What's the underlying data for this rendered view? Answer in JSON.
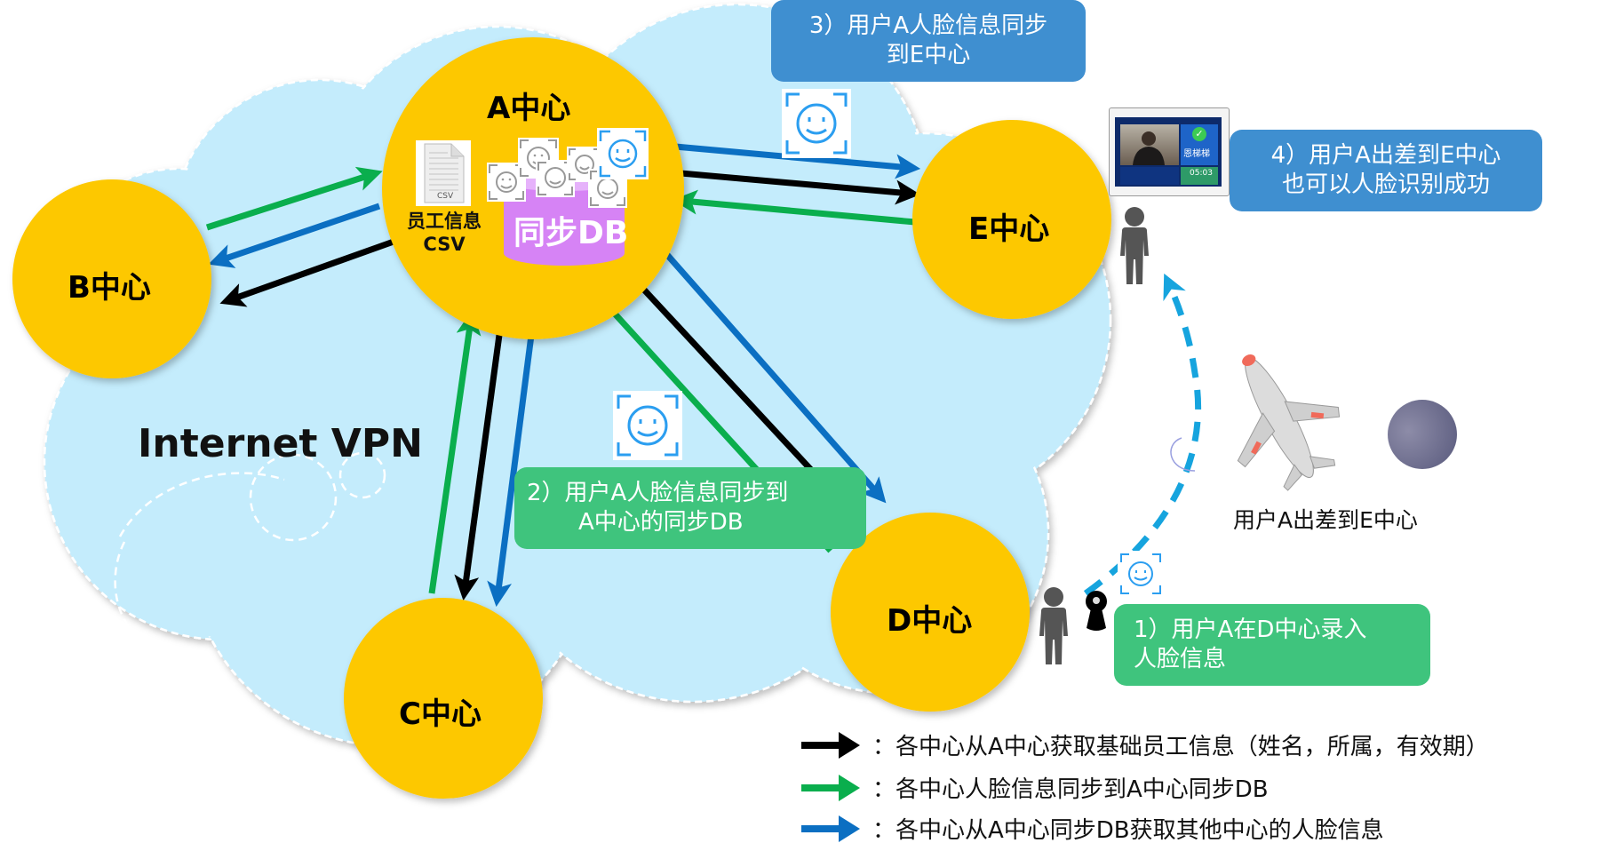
{
  "colors": {
    "cloud": "#c4ecfc",
    "node": "#fdc800",
    "arrow_black": "#000000",
    "arrow_green": "#0aae4d",
    "arrow_blue": "#0b6fc2",
    "callout_blue": "#3f8fd0",
    "callout_green": "#3fc47d",
    "db": "#d683f5",
    "face_blue": "#2b9ef0",
    "dash_path": "#16a4de",
    "person": "#555555"
  },
  "network": {
    "label": "Internet VPN"
  },
  "nodes": [
    {
      "id": "A",
      "label": "A中心"
    },
    {
      "id": "B",
      "label": "B中心"
    },
    {
      "id": "C",
      "label": "C中心"
    },
    {
      "id": "D",
      "label": "D中心"
    },
    {
      "id": "E",
      "label": "E中心"
    }
  ],
  "a_center": {
    "csv_icon_text": "CSV",
    "csv_label_line1": "员工信息",
    "csv_label_line2": "CSV",
    "db_label": "同步DB"
  },
  "links": [
    {
      "from": "A",
      "to": "B",
      "type": "black"
    },
    {
      "from": "B",
      "to": "A",
      "type": "green"
    },
    {
      "from": "A",
      "to": "B",
      "type": "blue"
    },
    {
      "from": "A",
      "to": "C",
      "type": "black"
    },
    {
      "from": "C",
      "to": "A",
      "type": "green"
    },
    {
      "from": "A",
      "to": "C",
      "type": "blue"
    },
    {
      "from": "A",
      "to": "D",
      "type": "black"
    },
    {
      "from": "D",
      "to": "A",
      "type": "green"
    },
    {
      "from": "A",
      "to": "D",
      "type": "blue"
    },
    {
      "from": "A",
      "to": "E",
      "type": "black"
    },
    {
      "from": "E",
      "to": "A",
      "type": "green"
    },
    {
      "from": "A",
      "to": "E",
      "type": "blue"
    }
  ],
  "callouts": [
    {
      "id": "step1",
      "lines": [
        "1）用户A在D中心录入",
        "人脸信息"
      ],
      "style": "green"
    },
    {
      "id": "step2",
      "lines": [
        "2）用户A人脸信息同步到",
        "A中心的同步DB"
      ],
      "style": "green"
    },
    {
      "id": "step3",
      "lines": [
        "3）用户A人脸信息同步",
        "到E中心"
      ],
      "style": "blue"
    },
    {
      "id": "step4",
      "lines": [
        "4）用户A出差到E中心",
        "也可以人脸识别成功"
      ],
      "style": "blue"
    }
  ],
  "terminal": {
    "name_text": "恩梯梯",
    "time_text": "05:03"
  },
  "travel": {
    "label": "用户A出差到E中心"
  },
  "legend": [
    {
      "color_key": "arrow_black",
      "text": "：各中心从A中心获取基础员工信息（姓名，所属，有效期）"
    },
    {
      "color_key": "arrow_green",
      "text": "：各中心人脸信息同步到A中心同步DB"
    },
    {
      "color_key": "arrow_blue",
      "text": "：各中心从A中心同步DB获取其他中心的人脸信息"
    }
  ]
}
